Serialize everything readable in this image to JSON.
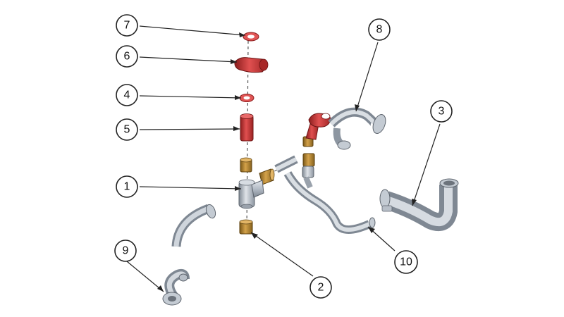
{
  "callouts": [
    {
      "id": "7",
      "label": "7"
    },
    {
      "id": "6",
      "label": "6"
    },
    {
      "id": "4",
      "label": "4"
    },
    {
      "id": "5",
      "label": "5"
    },
    {
      "id": "1",
      "label": "1"
    },
    {
      "id": "8",
      "label": "8"
    },
    {
      "id": "3",
      "label": "3"
    },
    {
      "id": "9",
      "label": "9"
    },
    {
      "id": "2",
      "label": "2"
    },
    {
      "id": "10",
      "label": "10"
    }
  ],
  "colors": {
    "pipe_gray": "#b4bcc6",
    "pipe_dark": "#7f8893",
    "part_red": "#d63a3a",
    "part_red_dark": "#8c1d1d",
    "gasket_red": "#e05555",
    "bushing_gold": "#b8862e",
    "bushing_dark": "#7a5818"
  }
}
